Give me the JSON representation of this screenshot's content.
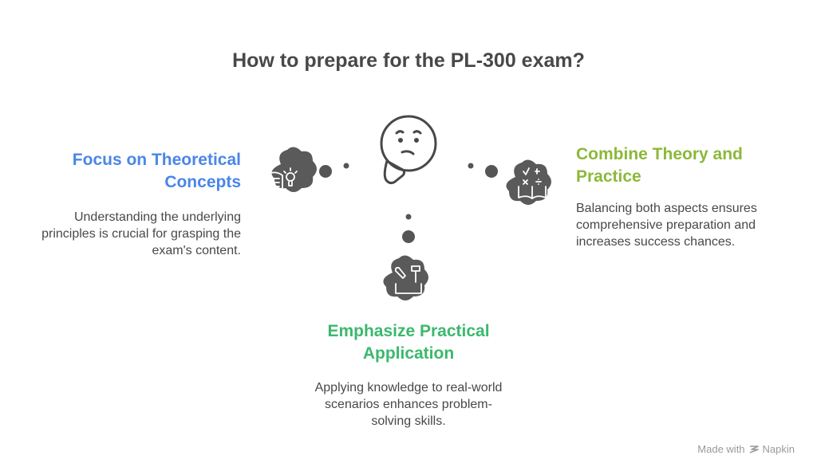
{
  "title": "How to prepare for the PL-300 exam?",
  "colors": {
    "left": "#4a86e8",
    "right": "#8cb83a",
    "bottom": "#3bb86d",
    "icon_bg": "#5a5a5a",
    "text": "#484848"
  },
  "left": {
    "heading": "Focus on Theoretical Concepts",
    "description": "Understanding the underlying principles is crucial for grasping the exam's content.",
    "icon": "book-lightbulb-icon"
  },
  "right": {
    "heading": "Combine Theory and Practice",
    "description": "Balancing both aspects ensures comprehensive preparation and increases success chances.",
    "icon": "math-book-icon"
  },
  "bottom": {
    "heading": "Emphasize Practical Application",
    "description": "Applying knowledge to real-world scenarios enhances problem-solving skills.",
    "icon": "tools-box-icon"
  },
  "center_icon": "thinking-face-icon",
  "footer": {
    "made_with": "Made with",
    "brand": "Napkin"
  }
}
